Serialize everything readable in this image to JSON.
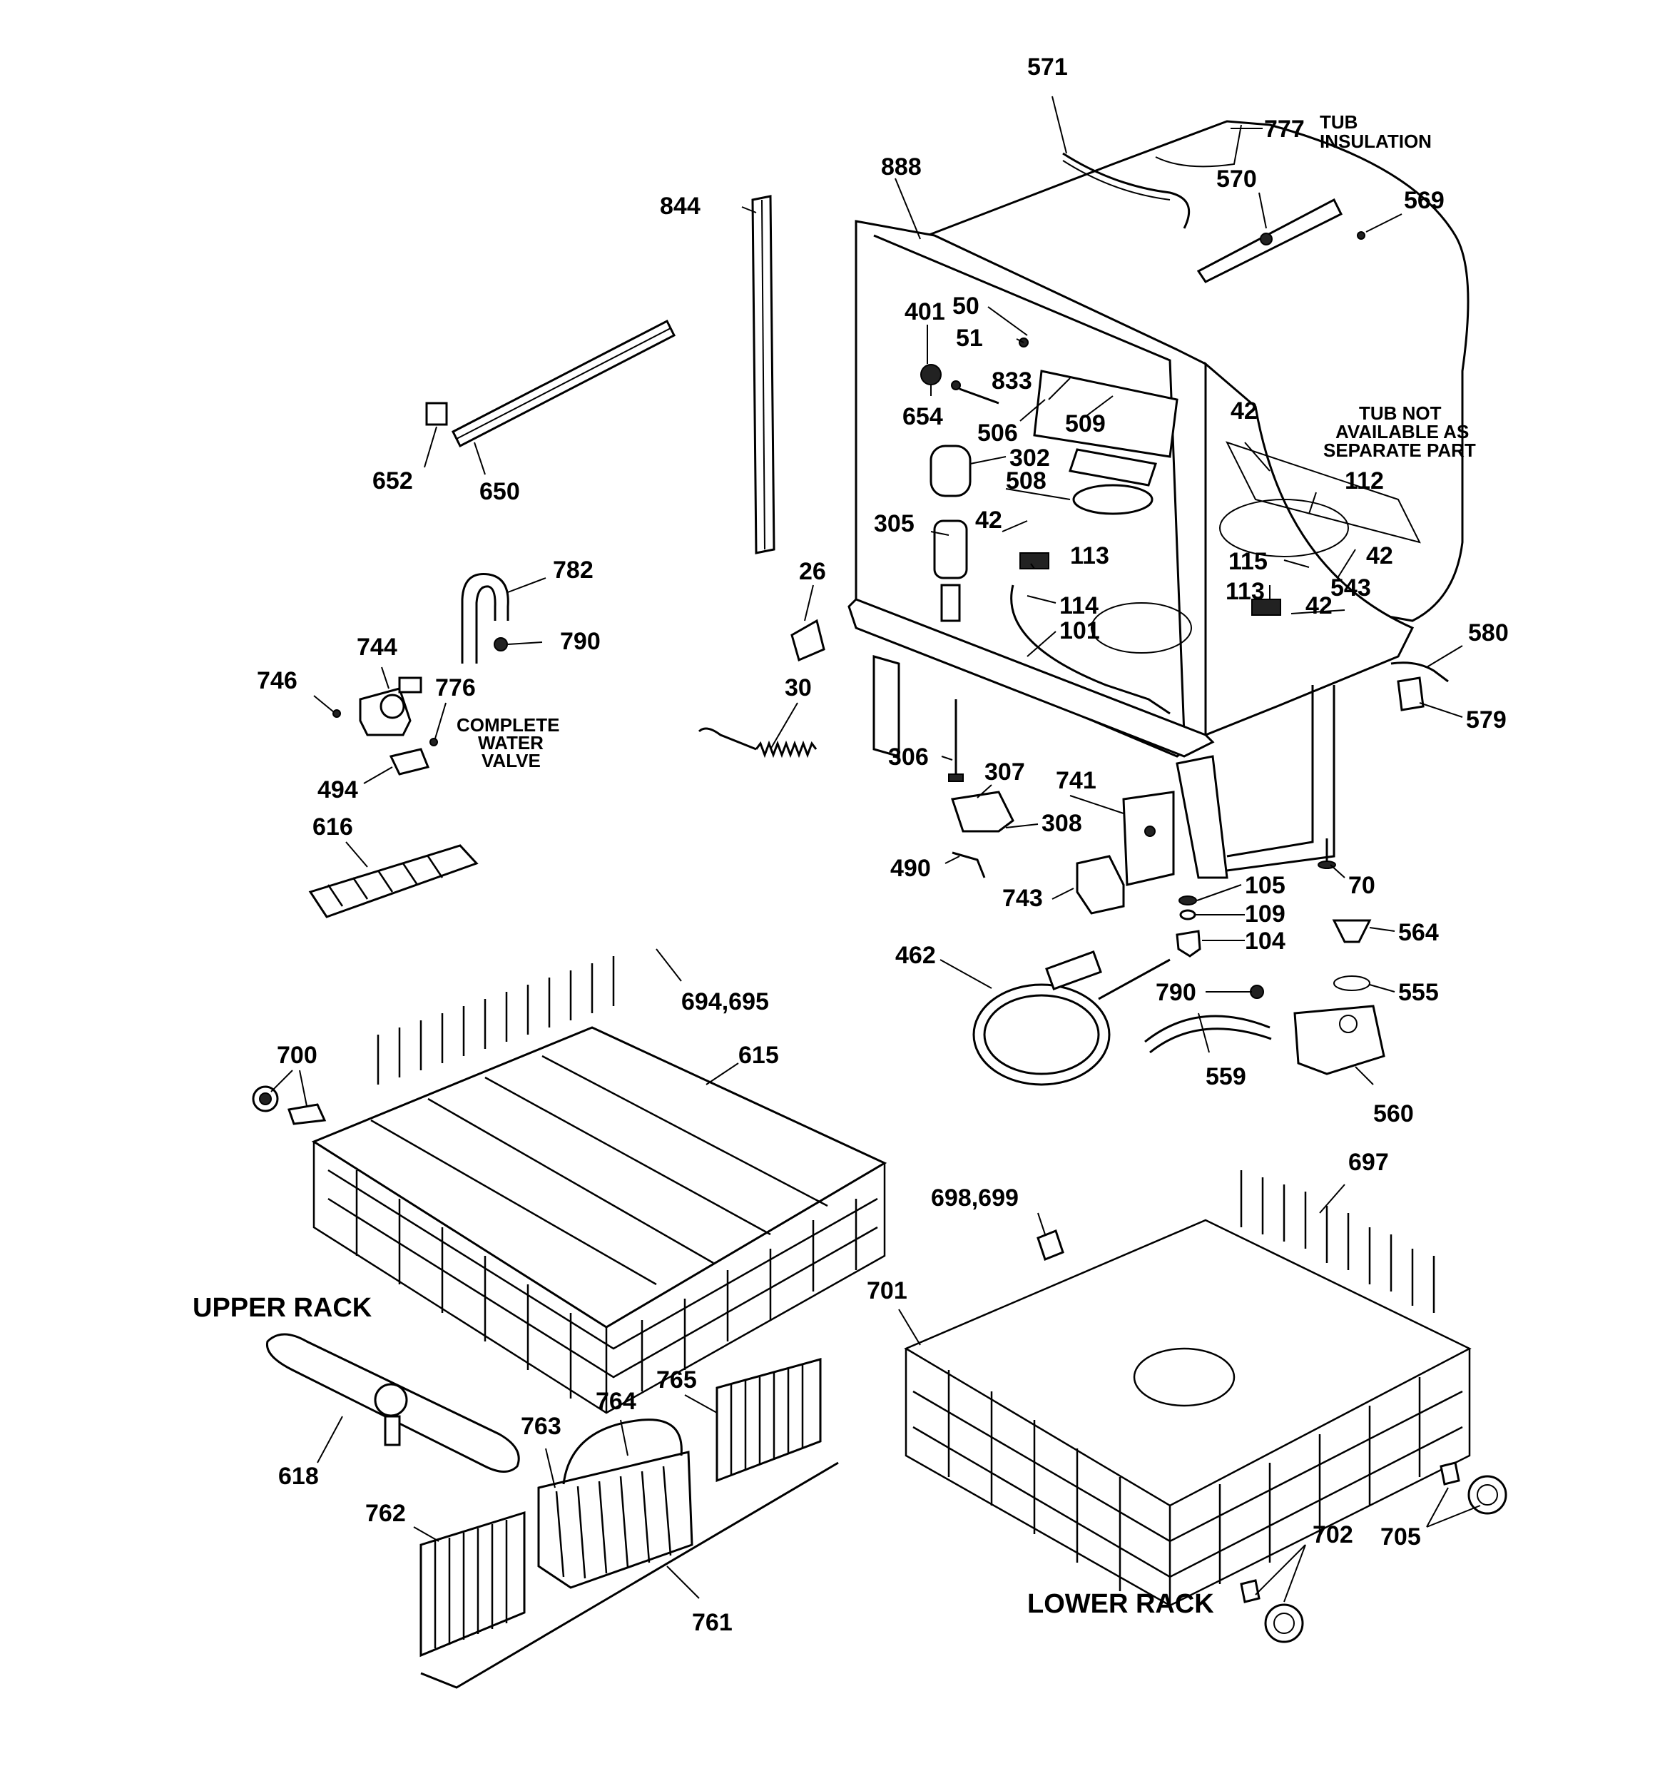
{
  "part_numbers": {
    "p571": "571",
    "p777": "777",
    "p888": "888",
    "p570": "570",
    "p569": "569",
    "p844": "844",
    "p50": "50",
    "p401": "401",
    "p51": "51",
    "p833": "833",
    "p654": "654",
    "p506": "506",
    "p509": "509",
    "p302": "302",
    "p508": "508",
    "p42a": "42",
    "p42b": "42",
    "p42c": "42",
    "p42d": "42",
    "p112": "112",
    "p305": "305",
    "p113a": "113",
    "p113b": "113",
    "p115": "115",
    "p543": "543",
    "p114": "114",
    "p101": "101",
    "p652": "652",
    "p650": "650",
    "p782": "782",
    "p790a": "790",
    "p790b": "790",
    "p26": "26",
    "p744": "744",
    "p746": "746",
    "p776": "776",
    "p30": "30",
    "p580": "580",
    "p579": "579",
    "p306": "306",
    "p307": "307",
    "p741": "741",
    "p494": "494",
    "p308": "308",
    "p616": "616",
    "p490": "490",
    "p70": "70",
    "p105": "105",
    "p743": "743",
    "p109": "109",
    "p104": "104",
    "p564": "564",
    "p462": "462",
    "p555": "555",
    "p694": "694,695",
    "p700": "700",
    "p615": "615",
    "p559": "559",
    "p560": "560",
    "p697": "697",
    "p698": "698,699",
    "p701": "701",
    "p765": "765",
    "p764": "764",
    "p763": "763",
    "p618": "618",
    "p762": "762",
    "p702": "702",
    "p705": "705",
    "p761": "761"
  },
  "notes": {
    "tub_insulation_1": "TUB",
    "tub_insulation_2": "INSULATION",
    "tub_not_1": "TUB NOT",
    "tub_not_2": "AVAILABLE AS",
    "tub_not_3": "SEPARATE PART",
    "valve_1": "COMPLETE",
    "valve_2": "WATER",
    "valve_3": "VALVE"
  },
  "sections": {
    "upper_rack": "UPPER RACK",
    "lower_rack": "LOWER RACK"
  }
}
